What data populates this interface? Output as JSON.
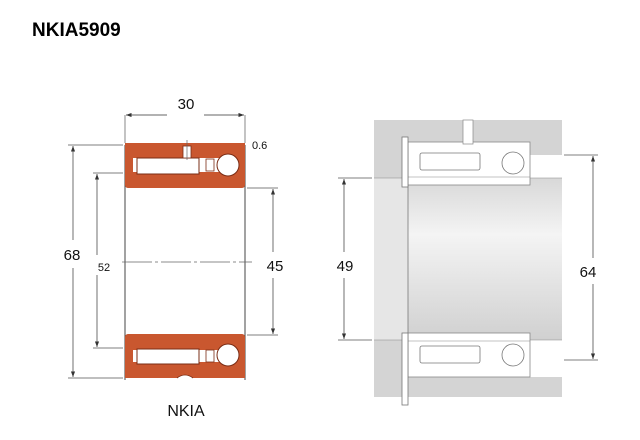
{
  "title": "NKIA5909",
  "bearing_view": {
    "label": "NKIA",
    "width": "30",
    "chamfer": "0.6",
    "outer_diameter": "68",
    "raceway_diameter": "52",
    "bore_diameter": "45"
  },
  "mounting_view": {
    "shaft_shoulder_diameter": "49",
    "housing_shoulder_diameter": "64"
  },
  "colors": {
    "ring": "#c9572f",
    "housing": "#d4d4d4",
    "line": "#555555"
  }
}
